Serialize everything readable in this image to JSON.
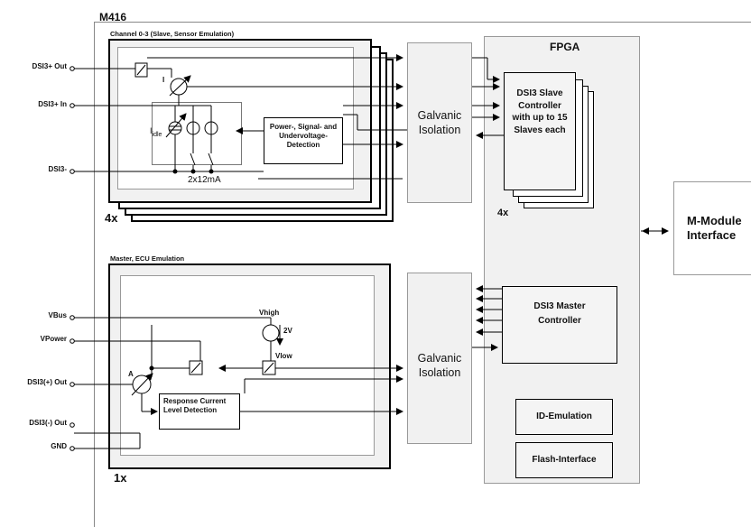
{
  "board_title": "M416",
  "slave_section": {
    "title": "Channel 0-3 (Slave, Sensor Emulation)",
    "multiplier": "4x",
    "current_source_label": "2x12mA",
    "current_meter_label": "I",
    "idle_label_main": "I",
    "idle_label_sub": "idle",
    "detection_block": "Power-, Signal- and Undervoltage-Detection"
  },
  "master_section": {
    "title": "Master, ECU Emulation",
    "multiplier": "1x",
    "vhigh_label": "Vhigh",
    "vlow_label": "Vlow",
    "voltage_offset": "2V",
    "ammeter_label": "A",
    "detection_block": "Response Current Level Detection"
  },
  "pins_slave": [
    "DSI3+ Out",
    "DSI3+ In",
    "DSI3-"
  ],
  "pins_master": [
    "VBus",
    "VPower",
    "DSI3(+) Out",
    "DSI3(-) Out",
    "GND"
  ],
  "galvanic_isolation_label": "Galvanic Isolation",
  "fpga": {
    "title": "FPGA",
    "slave_controller": "DSI3 Slave Controller with up to 15 Slaves each",
    "slave_multiplier": "4x",
    "master_controller": "DSI3 Master Controller",
    "id_emulation": "ID-Emulation",
    "flash_interface": "Flash-Interface"
  },
  "mmodule_interface": "M-Module Interface"
}
